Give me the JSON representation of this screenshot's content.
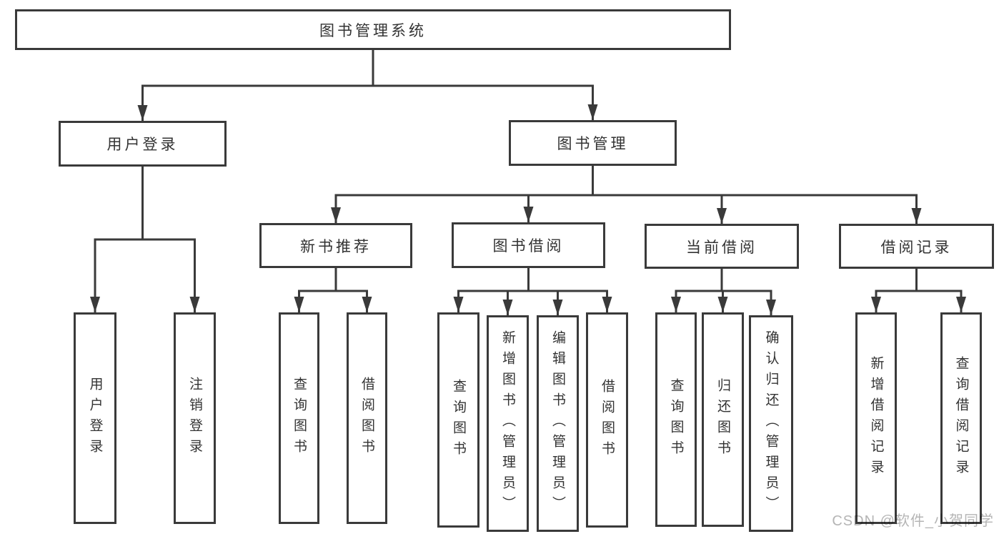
{
  "diagram": {
    "type": "tree",
    "root": {
      "label": "图书管理系统"
    },
    "branches": [
      {
        "label": "用户登录",
        "children": [
          {
            "label": "用户登录"
          },
          {
            "label": "注销登录"
          }
        ]
      },
      {
        "label": "图书管理",
        "children": [
          {
            "label": "新书推荐",
            "children": [
              {
                "label": "查询图书"
              },
              {
                "label": "借阅图书"
              }
            ]
          },
          {
            "label": "图书借阅",
            "children": [
              {
                "label": "查询图书"
              },
              {
                "label": "新增图书（管理员）"
              },
              {
                "label": "编辑图书（管理员）"
              },
              {
                "label": "借阅图书"
              }
            ]
          },
          {
            "label": "当前借阅",
            "children": [
              {
                "label": "查询图书"
              },
              {
                "label": "归还图书"
              },
              {
                "label": "确认归还（管理员）"
              }
            ]
          },
          {
            "label": "借阅记录",
            "children": [
              {
                "label": "新增借阅记录"
              },
              {
                "label": "查询借阅记录"
              }
            ]
          }
        ]
      }
    ]
  },
  "watermark": {
    "text": "CSDN @软件_小贺同学"
  },
  "colors": {
    "background": "#ffffff",
    "line": "#3a3a3a",
    "box_border": "#3a3a3a",
    "text": "#333333",
    "watermark": "#b5b5b5"
  }
}
